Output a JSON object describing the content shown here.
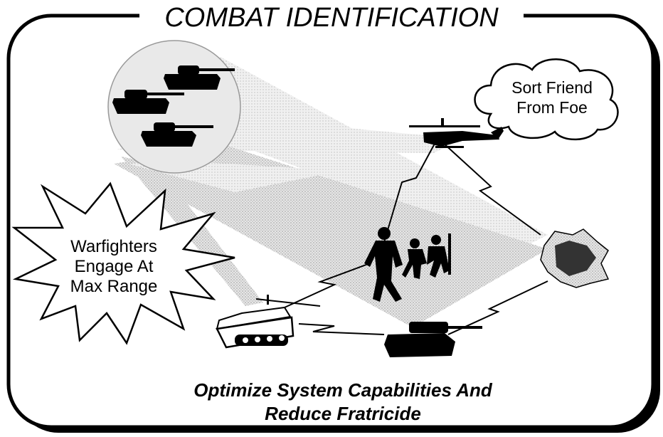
{
  "title": "COMBAT IDENTIFICATION",
  "cloud_label": [
    "Sort Friend",
    "From Foe"
  ],
  "burst_label": [
    "Warfighters",
    "Engage At",
    "Max Range"
  ],
  "caption": [
    "Optimize System Capabilities And",
    "Reduce Fratricide"
  ],
  "colors": {
    "ink": "#000000",
    "beam": "#d9d9d9",
    "paper": "#ffffff"
  }
}
